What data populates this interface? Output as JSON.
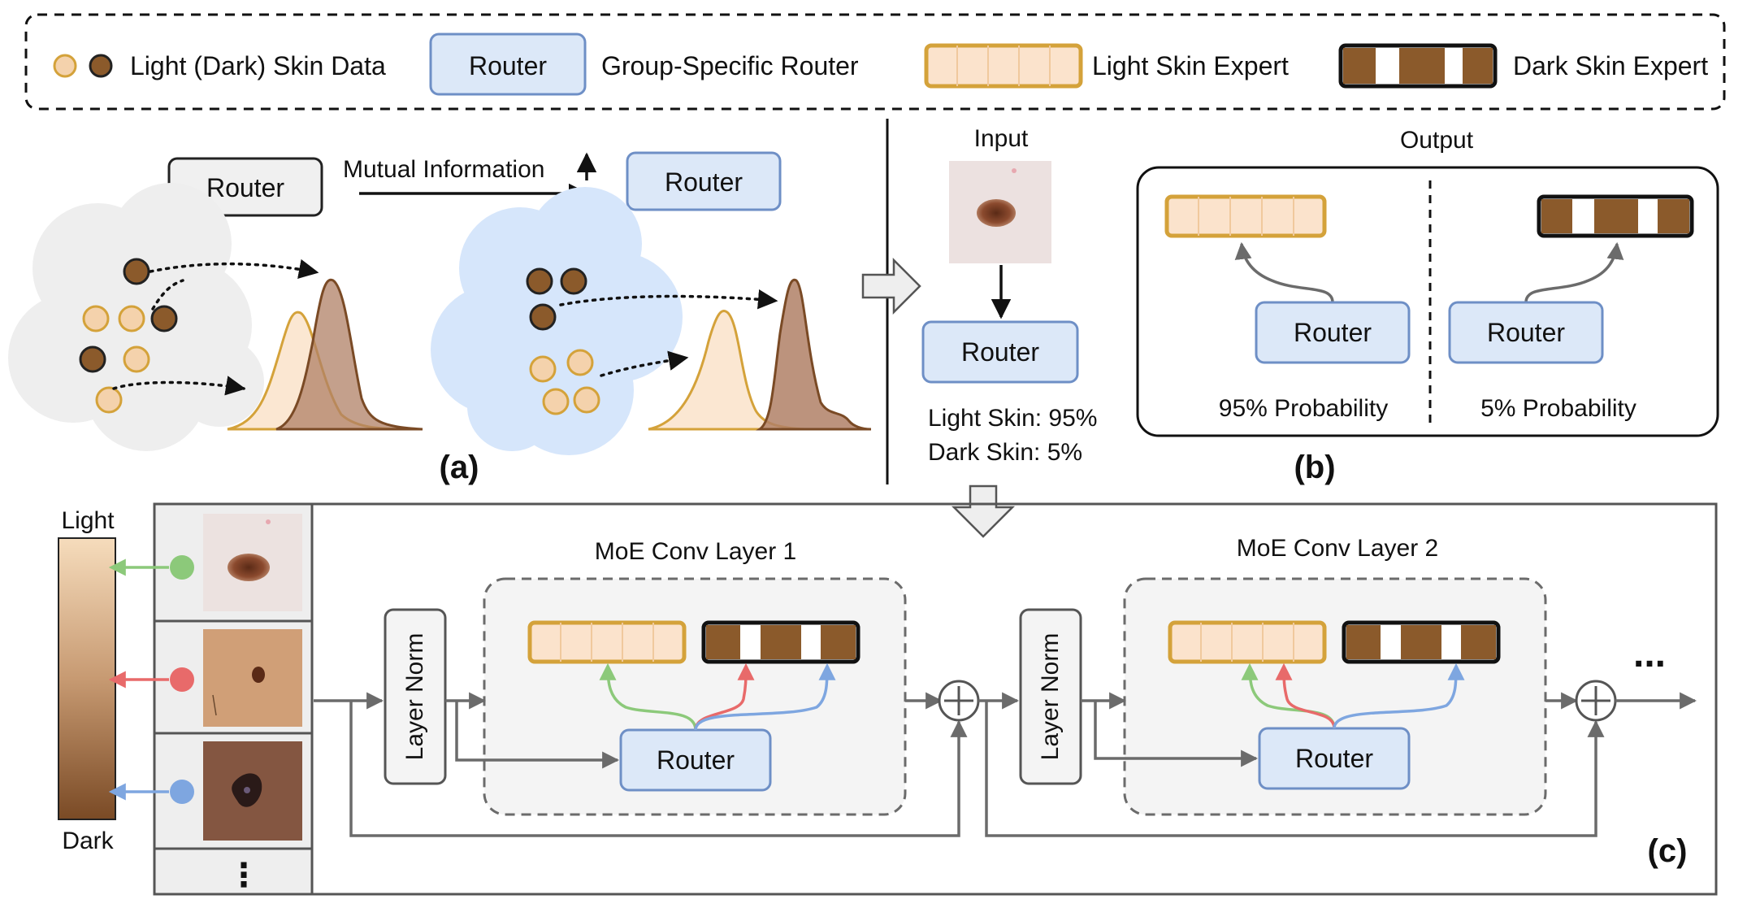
{
  "legend": {
    "skin_data": "Light (Dark) Skin Data",
    "router_box": "Router",
    "router_desc": "Group-Specific Router",
    "light_expert": "Light Skin Expert",
    "dark_expert": "Dark Skin Expert"
  },
  "panel_a": {
    "router_left": "Router",
    "router_right": "Router",
    "mi_label": "Mutual Information",
    "tag": "(a)"
  },
  "panel_b": {
    "input_label": "Input",
    "router": "Router",
    "light_prob": "Light Skin: 95%",
    "dark_prob": "Dark Skin: 5%",
    "output_label": "Output",
    "router_light": "Router",
    "router_dark": "Router",
    "light_out": "95% Probability",
    "dark_out": "5% Probability",
    "tag": "(b)"
  },
  "panel_c": {
    "scale_top": "Light",
    "scale_bottom": "Dark",
    "ellipsis_v": "⋮",
    "layer1_title": "MoE Conv Layer 1",
    "layer2_title": "MoE Conv Layer 2",
    "layer_norm_1": "Layer Norm",
    "layer_norm_2": "Layer Norm",
    "router_1": "Router",
    "router_2": "Router",
    "ellipsis_h": "...",
    "tag": "(c)"
  },
  "colors": {
    "light_dot": "#f4d2ac",
    "light_stroke": "#d4a23a",
    "dark_dot": "#8b5a2b",
    "router_fill": "#dce8f8",
    "router_stroke": "#6e8fc6",
    "green": "#8cc97a",
    "red": "#e86a6a",
    "blue": "#7ea6e0"
  }
}
